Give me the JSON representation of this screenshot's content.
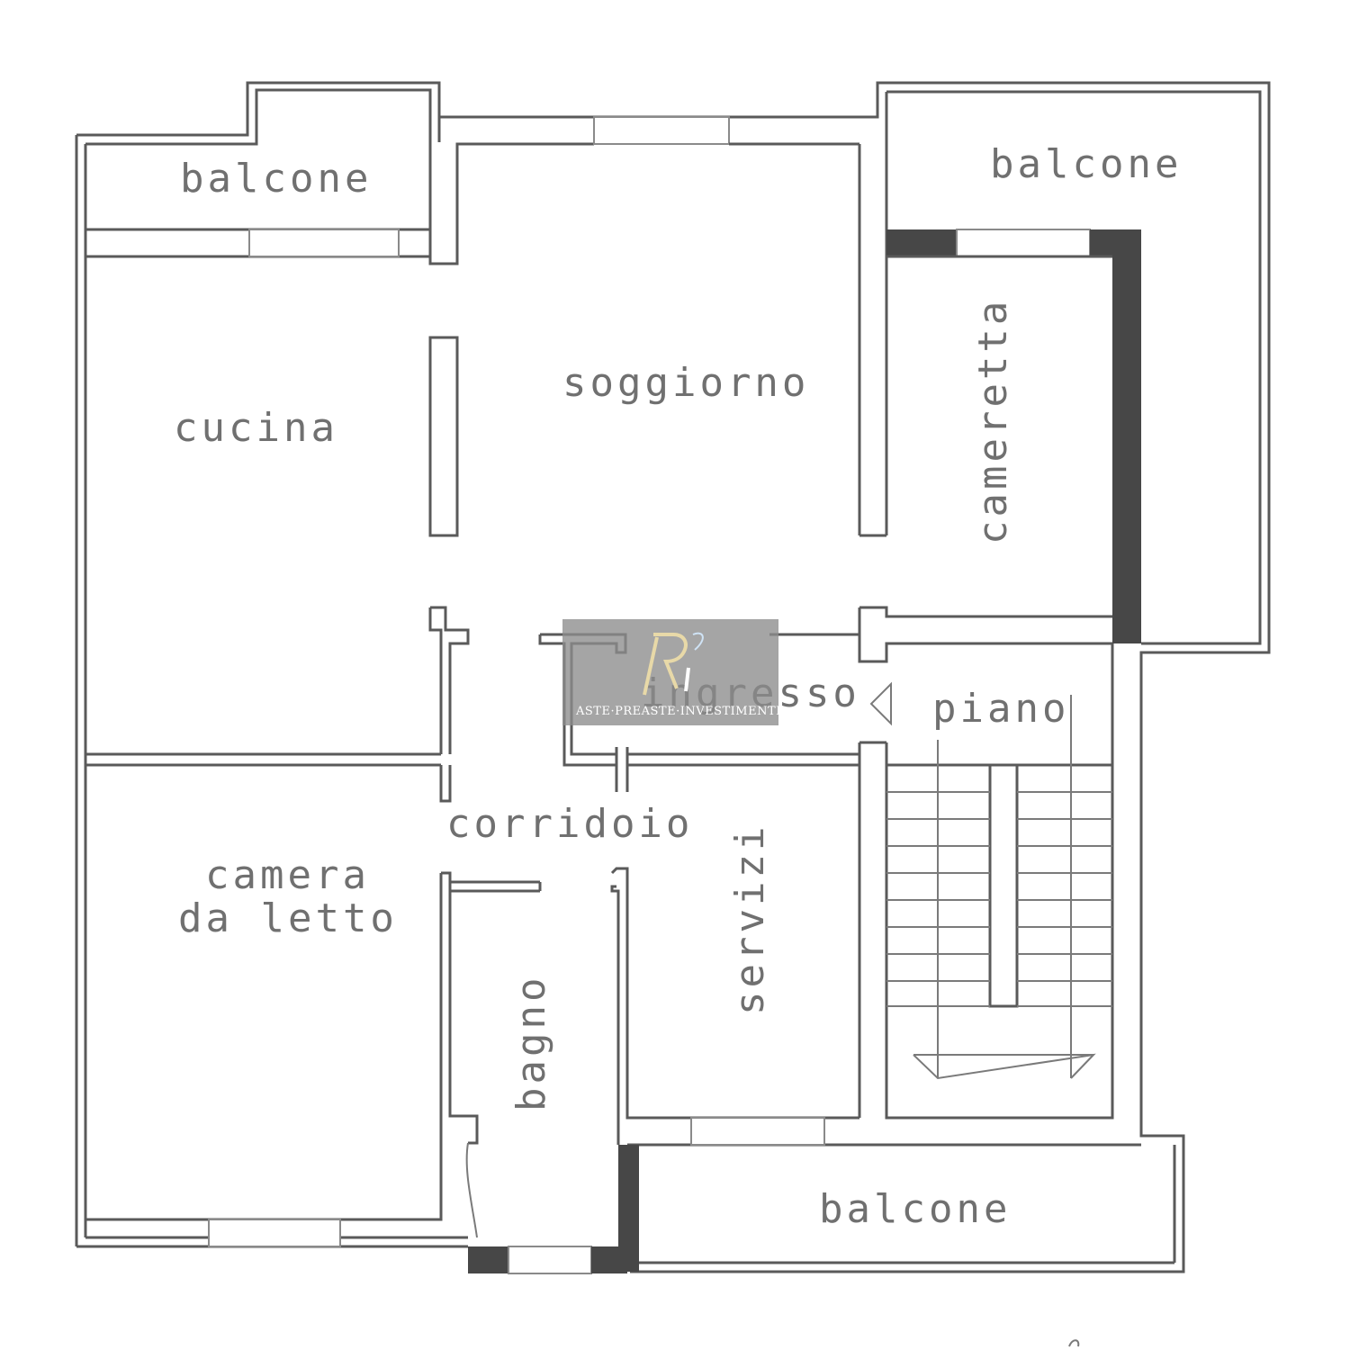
{
  "rooms": {
    "balcone_top_left": "balcone",
    "balcone_top_right": "balcone",
    "balcone_bottom": "balcone",
    "cucina": "cucina",
    "soggiorno": "soggiorno",
    "cameretta": "cameretta",
    "ingresso": "ingresso",
    "piano": "piano",
    "corridoio": "corridoio",
    "camera_line1": "camera",
    "camera_line2": "da letto",
    "servizi": "servizi",
    "bagno": "bagno"
  },
  "watermark": {
    "brand": "ASTE·PREASTE·INVESTIMENTI"
  },
  "colors": {
    "wall": "#5a5a5a",
    "solid_wall": "#474747",
    "label": "#707070",
    "watermark_bg": "#8c8c8c"
  }
}
